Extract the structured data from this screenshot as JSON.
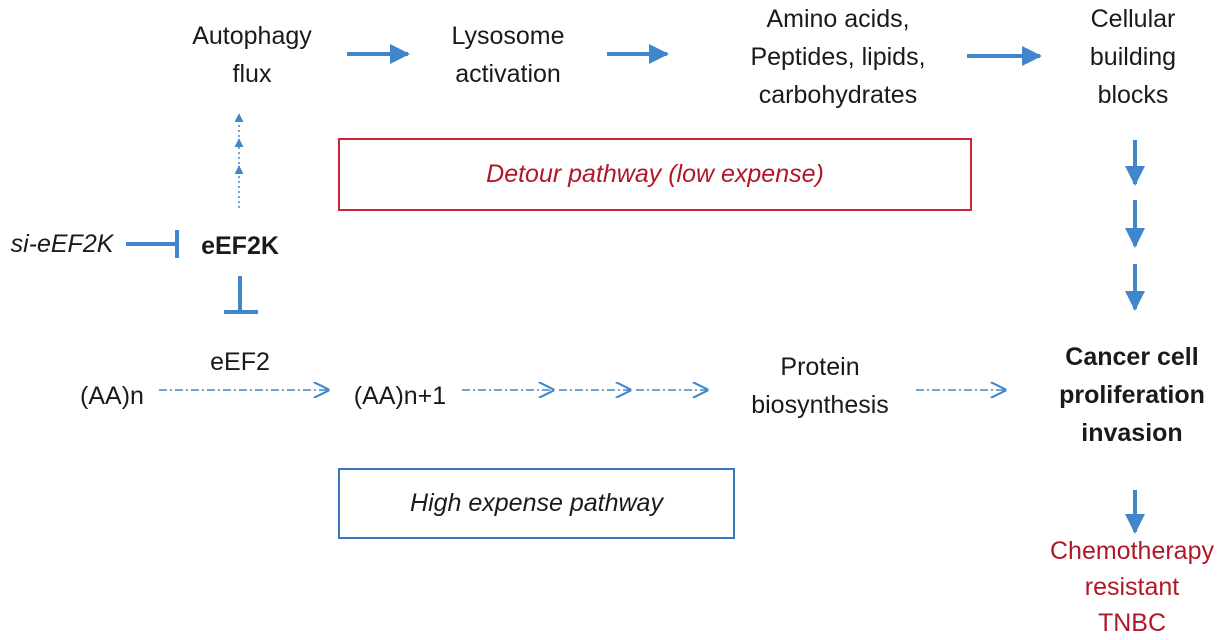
{
  "colors": {
    "arrow": "#3f86cc",
    "detour_red": "#b0182a",
    "box_blue": "#3b78c0"
  },
  "nodes": {
    "autophagy": [
      "Autophagy",
      "flux"
    ],
    "lysosome": [
      "Lysosome",
      "activation"
    ],
    "amino": [
      "Amino acids,",
      "Peptides, lipids,",
      "carbohydrates"
    ],
    "building": [
      "Cellular",
      "building",
      "blocks"
    ],
    "si_eef2k": "si-eEF2K",
    "eef2k": "eEF2K",
    "eef2": "eEF2",
    "aa_n": "(AA)n",
    "aa_n1": "(AA)n+1",
    "protein": [
      "Protein",
      "biosynthesis"
    ],
    "cancer": [
      "Cancer cell",
      "proliferation",
      "invasion"
    ],
    "chemo": [
      "Chemotherapy",
      "resistant",
      "TNBC"
    ]
  },
  "boxes": {
    "detour": "Detour pathway (low expense)",
    "high_expense": "High expense pathway"
  }
}
